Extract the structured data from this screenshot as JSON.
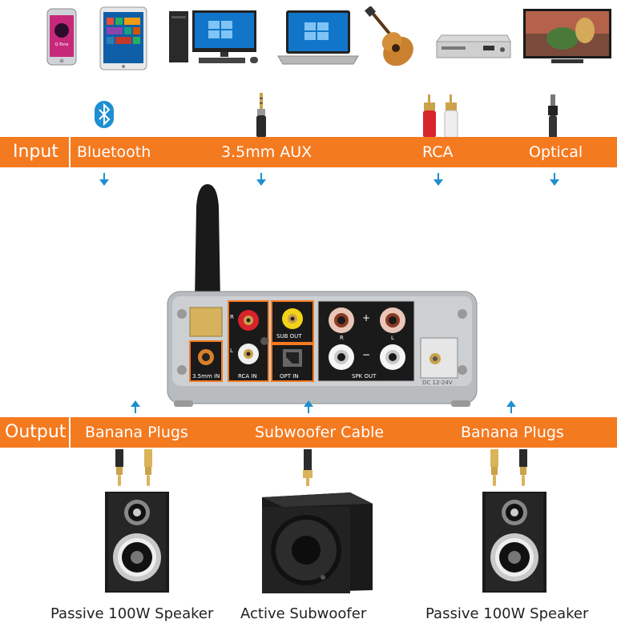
{
  "input_band": {
    "label": "Input",
    "items": [
      "Bluetooth",
      "3.5mm AUX",
      "RCA",
      "Optical"
    ]
  },
  "output_band": {
    "label": "Output",
    "items": [
      "Banana Plugs",
      "Subwoofer Cable",
      "Banana Plugs"
    ]
  },
  "amp_labels": {
    "aux": "3.5mm IN",
    "rca": "RCA IN",
    "opt": "OPT IN",
    "sub": "SUB OUT",
    "spk": "SPK OUT",
    "dc": "DC 12-24V",
    "r": "R",
    "l": "L",
    "plus": "+",
    "minus": "−"
  },
  "phone_text": "Q-Tone",
  "captions": [
    "Passive 100W Speaker",
    "Active Subwoofer",
    "Passive 100W Speaker"
  ],
  "colors": {
    "band": "#f47a20",
    "arrow": "#1e8fd0",
    "bluetooth": "#1e8fd0"
  },
  "icons": [
    "phone-icon",
    "tablet-icon",
    "desktop-computer-icon",
    "laptop-icon",
    "guitar-icon",
    "dvd-player-icon",
    "tv-icon",
    "bluetooth-icon",
    "aux-jack-icon",
    "rca-plugs-icon",
    "optical-plug-icon",
    "antenna-icon",
    "banana-plug-icon",
    "subwoofer-plug-icon"
  ]
}
